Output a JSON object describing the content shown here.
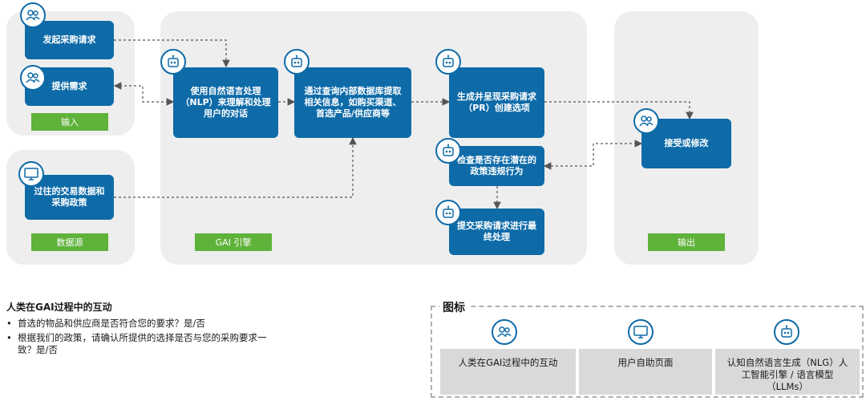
{
  "colors": {
    "accent_blue": "#0e6ba8",
    "label_green": "#5fb23a",
    "panel_gray": "#eeeeee",
    "legend_gray": "#d9d9d9"
  },
  "panels": {
    "input_label": "输入",
    "datasource_label": "数据源",
    "engine_label": "GAI 引擎",
    "output_label": "输出"
  },
  "boxes": {
    "initiate": "发起采购请求",
    "provide": "提供需求",
    "history": "过往的交易数据和采购政策",
    "nlp": "使用自然语言处理（NLP）来理解和处理用户的对话",
    "query": "通过查询内部数据库提取相关信息，如购买渠道、首选产品/供应商等",
    "generate": "生成并呈现采购请求（PR）创建选项",
    "check": "检查是否存在潜在的政策违规行为",
    "submit": "提交采购请求进行最终处理",
    "accept": "接受或修改"
  },
  "icons": {
    "initiate": "user-group-icon",
    "provide": "user-group-icon",
    "history": "monitor-icon",
    "nlp": "robot-icon",
    "query": "robot-icon",
    "generate": "robot-icon",
    "check": "robot-icon",
    "submit": "robot-icon",
    "accept": "user-group-icon"
  },
  "interaction": {
    "title": "人类在GAI过程中的互动",
    "items": [
      "首选的物品和供应商是否符合您的要求？是/否",
      "根据我们的政策，请确认所提供的选择是否与您的采购要求一致？是/否"
    ]
  },
  "legend": {
    "title": "图标",
    "items": [
      {
        "icon": "user-group-icon",
        "label": "人类在GAI过程中的互动"
      },
      {
        "icon": "monitor-icon",
        "label": "用户自助页面"
      },
      {
        "icon": "robot-icon",
        "label": "认知自然语言生成（NLG）人工智能引擎 / 语言模型（LLMs）"
      }
    ]
  }
}
